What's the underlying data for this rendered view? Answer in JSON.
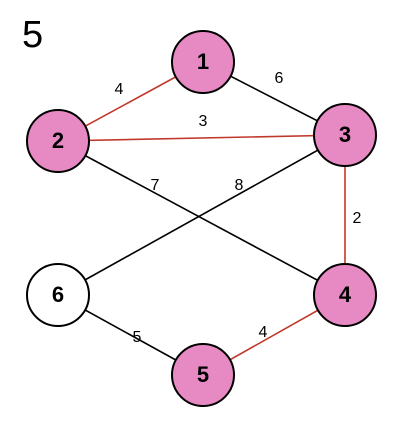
{
  "graph": {
    "label": "5",
    "colors": {
      "highlight_node": "#e78ac3",
      "plain_node": "#ffffff",
      "node_stroke": "#000000",
      "highlight_edge": "#c0392b",
      "plain_edge": "#000000"
    },
    "nodes": [
      {
        "id": "1",
        "label": "1",
        "highlighted": true
      },
      {
        "id": "2",
        "label": "2",
        "highlighted": true
      },
      {
        "id": "3",
        "label": "3",
        "highlighted": true
      },
      {
        "id": "4",
        "label": "4",
        "highlighted": true
      },
      {
        "id": "5",
        "label": "5",
        "highlighted": true
      },
      {
        "id": "6",
        "label": "6",
        "highlighted": false
      }
    ],
    "edges": [
      {
        "from": "1",
        "to": "2",
        "weight": "4",
        "highlighted": true
      },
      {
        "from": "1",
        "to": "3",
        "weight": "6",
        "highlighted": false
      },
      {
        "from": "2",
        "to": "3",
        "weight": "3",
        "highlighted": true
      },
      {
        "from": "2",
        "to": "4",
        "weight": "7",
        "highlighted": false
      },
      {
        "from": "3",
        "to": "6",
        "weight": "8",
        "highlighted": false
      },
      {
        "from": "3",
        "to": "4",
        "weight": "2",
        "highlighted": true
      },
      {
        "from": "6",
        "to": "5",
        "weight": "5",
        "highlighted": false
      },
      {
        "from": "4",
        "to": "5",
        "weight": "4",
        "highlighted": true
      }
    ]
  }
}
